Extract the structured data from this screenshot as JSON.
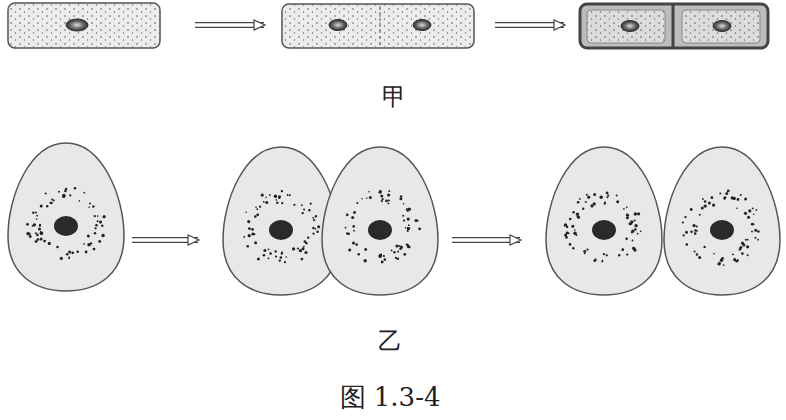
{
  "diagram": {
    "caption": "图 1.3-4",
    "labels": [
      "甲",
      "乙"
    ]
  }
}
